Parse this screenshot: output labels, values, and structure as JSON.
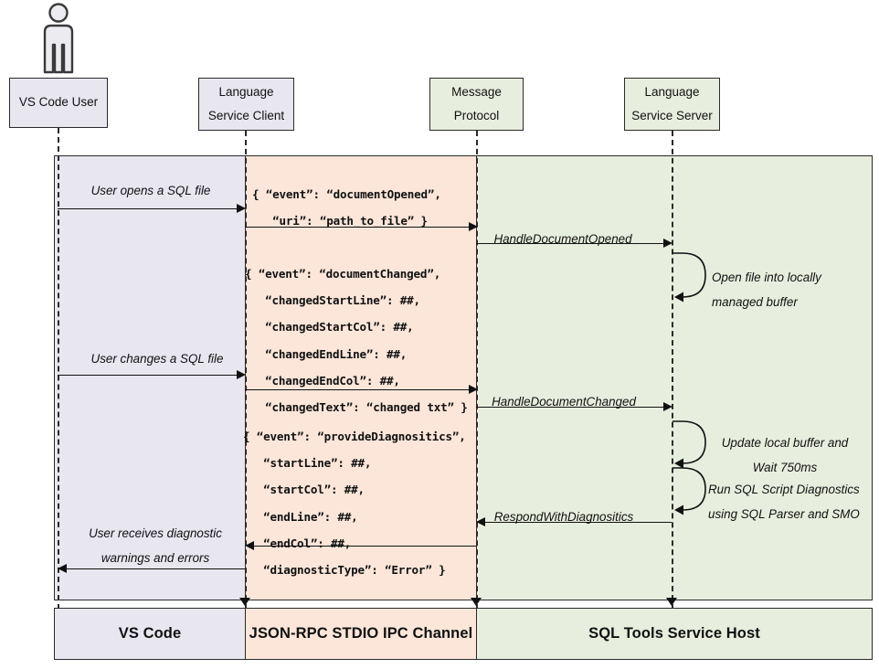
{
  "diagram": {
    "title": "VS Code SQL Tools language service sequence diagram",
    "colors": {
      "vscode_band": "#e8e6ef",
      "rpc_band": "#fbe6d9",
      "sql_band": "#e8eede",
      "stroke": "#2a2a2a"
    }
  },
  "actor": {
    "name": "vs-code-user-actor"
  },
  "lifelines": [
    {
      "id": "user",
      "line1": "VS Code User",
      "line2": ""
    },
    {
      "id": "client",
      "line1": "Language",
      "line2": "Service Client"
    },
    {
      "id": "proto",
      "line1": "Message",
      "line2": "Protocol"
    },
    {
      "id": "server",
      "line1": "Language",
      "line2": "Service Server"
    }
  ],
  "legend": [
    {
      "id": "vscode",
      "label": "VS Code"
    },
    {
      "id": "rpc",
      "label": "JSON-RPC STDIO IPC Channel"
    },
    {
      "id": "sql",
      "label": "SQL Tools Service Host"
    }
  ],
  "messages": {
    "user_opens": "User opens a SQL file",
    "user_changes": "User changes a SQL file",
    "user_receives_l1": "User receives diagnostic",
    "user_receives_l2": "warnings and errors",
    "handle_document_opened": "HandleDocumentOpened",
    "handle_document_changed": "HandleDocumentChanged",
    "respond_with_diagnostics": "RespondWithDiagnositics"
  },
  "notes": {
    "open_file_l1": "Open file into locally",
    "open_file_l2": "managed buffer",
    "update_buffer_l1": "Update local buffer and",
    "update_buffer_l2": "Wait 750ms",
    "run_diagnostics_l1": "Run SQL Script Diagnostics",
    "run_diagnostics_l2": "using SQL Parser and SMO"
  },
  "payloads": {
    "document_opened": "{ “event”: “documentOpened”,\n   “uri”: “path_to_file” }",
    "document_changed": "{ “event”: “documentChanged”,\n   “changedStartLine”: ##,\n   “changedStartCol”: ##,\n   “changedEndLine”: ##,\n   “changedEndCol”: ##,\n   “changedText”: “changed txt” }",
    "provide_diagnostics": "{ “event”: “provideDiagnositics”,\n   “startLine”: ##,\n   “startCol”: ##,\n   “endLine”: ##,\n   “endCol”: ##,\n   “diagnosticType”: “Error” }"
  }
}
